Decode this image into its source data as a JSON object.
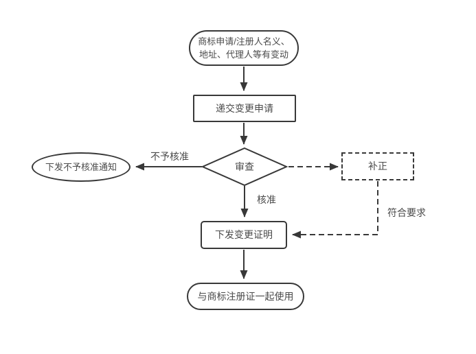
{
  "canvas": {
    "background": "#ffffff",
    "stroke_color": "#383838",
    "text_color": "#4a4a4a"
  },
  "flowchart": {
    "nodes": {
      "start": {
        "shape": "stadium",
        "label": "商标申请/注册人名义、\n地址、代理人等有变动"
      },
      "submit": {
        "shape": "rect",
        "label": "递交变更申请"
      },
      "review": {
        "shape": "diamond",
        "label": "审查"
      },
      "reject_notice": {
        "shape": "ellipse",
        "label": "下发不予核准通知"
      },
      "correction": {
        "shape": "dashed-rect",
        "label": "补正"
      },
      "certificate": {
        "shape": "rect",
        "label": "下发变更证明"
      },
      "end": {
        "shape": "stadium",
        "label": "与商标注册证一起使用"
      }
    },
    "edge_labels": {
      "not_approved": "不予核准",
      "approved": "核准",
      "meets_requirements": "符合要求"
    }
  }
}
